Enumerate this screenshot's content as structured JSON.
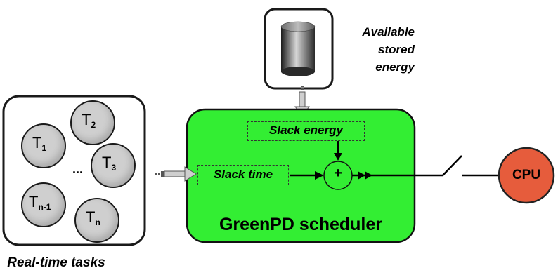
{
  "storage": {
    "label_lines": [
      "Available",
      "stored",
      "energy"
    ]
  },
  "tasks_pool": {
    "caption": "Real-time tasks",
    "tasks": [
      {
        "base": "T",
        "sub": "1"
      },
      {
        "base": "T",
        "sub": "2"
      },
      {
        "base": "T",
        "sub": "3"
      },
      {
        "base": "T",
        "sub": "n-1"
      },
      {
        "base": "T",
        "sub": "n"
      }
    ],
    "ellipsis": "..."
  },
  "scheduler": {
    "title": "GreenPD scheduler",
    "slack_energy": "Slack energy",
    "slack_time": "Slack time",
    "combiner_symbol": "+"
  },
  "cpu": {
    "label": "CPU",
    "color": "#e65c3c"
  },
  "colors": {
    "scheduler_fill": "#33ee33",
    "task_fill": "#cfcfcf"
  }
}
